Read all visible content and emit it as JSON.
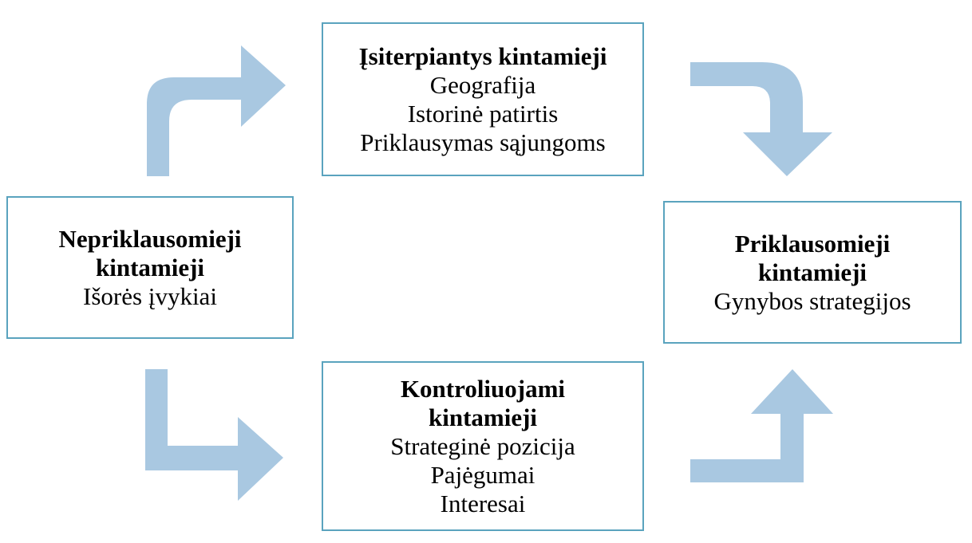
{
  "colors": {
    "box_border": "#5aa3be",
    "arrow_fill": "#a9c8e1"
  },
  "diagram": {
    "mediating": {
      "title": "Įsiterpiantys kintamieji",
      "items": [
        "Geografija",
        "Istorinė patirtis",
        "Priklausymas sąjungoms"
      ]
    },
    "independent": {
      "title_line1": "Nepriklausomieji",
      "title_line2": "kintamieji",
      "items": [
        "Išorės įvykiai"
      ]
    },
    "dependent": {
      "title_line1": "Priklausomieji",
      "title_line2": "kintamieji",
      "items": [
        "Gynybos strategijos"
      ]
    },
    "control": {
      "title_line1": "Kontroliuojami",
      "title_line2": "kintamieji",
      "items": [
        "Strateginė pozicija",
        "Pajėgumai",
        "Interesai"
      ]
    },
    "arrows": [
      {
        "from": "independent",
        "to": "mediating",
        "icon": "bent-arrow-up-right-icon"
      },
      {
        "from": "mediating",
        "to": "dependent",
        "icon": "bent-arrow-right-down-icon"
      },
      {
        "from": "independent",
        "to": "control",
        "icon": "bent-arrow-down-right-icon"
      },
      {
        "from": "control",
        "to": "dependent",
        "icon": "bent-arrow-right-up-icon"
      }
    ]
  }
}
